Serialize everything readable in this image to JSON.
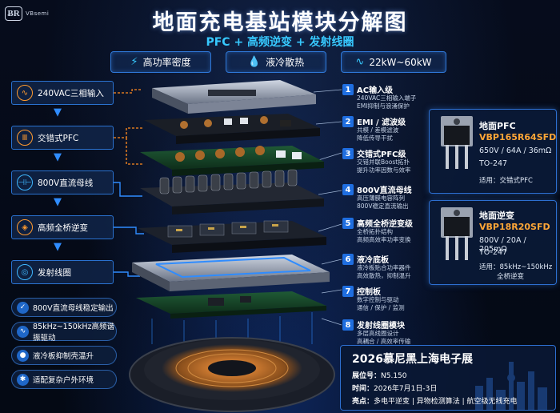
{
  "logo": {
    "mark": "ɃR",
    "text": "VBsemi"
  },
  "title": "地面充电基站模块分解图",
  "subtitle": "PFC + 高频逆变 + 发射线圈",
  "features": [
    {
      "icon": "lightning-icon",
      "label": "高功率密度"
    },
    {
      "icon": "water-drop-icon",
      "label": "液冷散热"
    },
    {
      "icon": "waveform-icon",
      "label": "22kW~60kW"
    }
  ],
  "flow": [
    {
      "icon": "ac-wave-icon",
      "label": "240VAC三相输入"
    },
    {
      "icon": "pillars-icon",
      "label": "交错式PFC"
    },
    {
      "icon": "capacitor-icon",
      "label": "800V直流母线"
    },
    {
      "icon": "inverter-icon",
      "label": "高频全桥逆变"
    },
    {
      "icon": "coil-icon",
      "label": "发射线圈"
    }
  ],
  "side_features": [
    {
      "icon": "shield-check-icon",
      "label": "800V直流母线稳定输出"
    },
    {
      "icon": "wave-icon",
      "label": "85kHz~150kHz高频谐振驱动"
    },
    {
      "icon": "drop-icon",
      "label": "液冷板抑制壳温升"
    },
    {
      "icon": "settings-icon",
      "label": "适配复杂户外环境"
    }
  ],
  "layers": [
    {
      "num": "1",
      "title": "AC输入级",
      "desc": [
        "240VAC三相输入端子",
        "EMI抑制与浪涌保护"
      ]
    },
    {
      "num": "2",
      "title": "EMI / 滤波级",
      "desc": [
        "共模 / 差模滤波",
        "降低传导干扰"
      ]
    },
    {
      "num": "3",
      "title": "交错式PFC级",
      "desc": [
        "交错并联Boost拓扑",
        "提升功率因数与效率"
      ]
    },
    {
      "num": "4",
      "title": "800V直流母线",
      "desc": [
        "高压薄膜电容阵列",
        "800V稳定直流输出"
      ]
    },
    {
      "num": "5",
      "title": "高频全桥逆变级",
      "desc": [
        "全桥拓扑结构",
        "高频高效率功率变换"
      ]
    },
    {
      "num": "6",
      "title": "液冷底板",
      "desc": [
        "液冷板贴合功率器件",
        "高效散热，抑制温升"
      ]
    },
    {
      "num": "7",
      "title": "控制板",
      "desc": [
        "数字控制与驱动",
        "通信 / 保护 / 监测"
      ]
    },
    {
      "num": "8",
      "title": "发射线圈模块",
      "desc": [
        "多层高线圈设计",
        "高耦合 / 高效率传输"
      ]
    }
  ],
  "cards": [
    {
      "heading": "地面PFC",
      "part": "VBP165R64SFD",
      "spec": "650V / 64A / 36mΩ",
      "package": "TO-247",
      "usage": "适用：交错式PFC",
      "usage2": ""
    },
    {
      "heading": "地面逆变",
      "part": "VBP18R20SFD",
      "spec": "800V / 20A / 205mΩ",
      "package": "TO-247",
      "usage": "适用：85kHz~150kHz",
      "usage2": "全桥逆变"
    }
  ],
  "expo": {
    "title": "2026慕尼黑上海电子展",
    "booth_label": "展位号：",
    "booth": "N5.150",
    "time_label": "时间：",
    "time": "2026年7月1日-3日",
    "highlight_label": "亮点：",
    "highlight": "多电平逆变 | 异物检测算法 | 航空级无线充电"
  },
  "colors": {
    "accent_blue": "#2f8cff",
    "accent_orange": "#ff9a2e",
    "part_orange": "#ffa637",
    "background": "#050a16"
  }
}
